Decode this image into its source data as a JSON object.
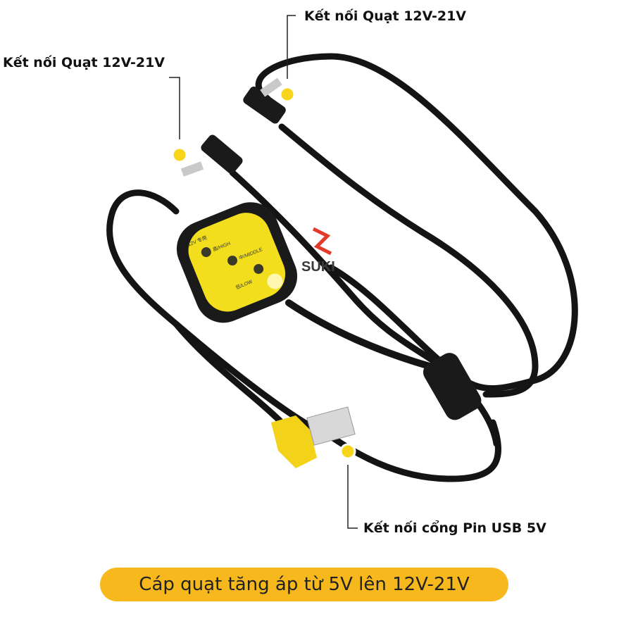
{
  "callouts": {
    "fan_top": "Kết nối Quạt 12V-21V",
    "fan_left": "Kết nối Quạt 12V-21V",
    "usb": "Kết nối cổng Pin USB 5V"
  },
  "controller": {
    "top_label": "12V 专用",
    "high": "高/HIGH",
    "middle": "中/MIDDLE",
    "low": "低/LOW"
  },
  "logo": "SUKI",
  "banner": "Cáp quạt tăng áp từ 5V lên 12V-21V",
  "colors": {
    "accent": "#f6b81c",
    "dot": "#f7d51a",
    "cable": "#111111",
    "controller": "#f2de1c"
  }
}
